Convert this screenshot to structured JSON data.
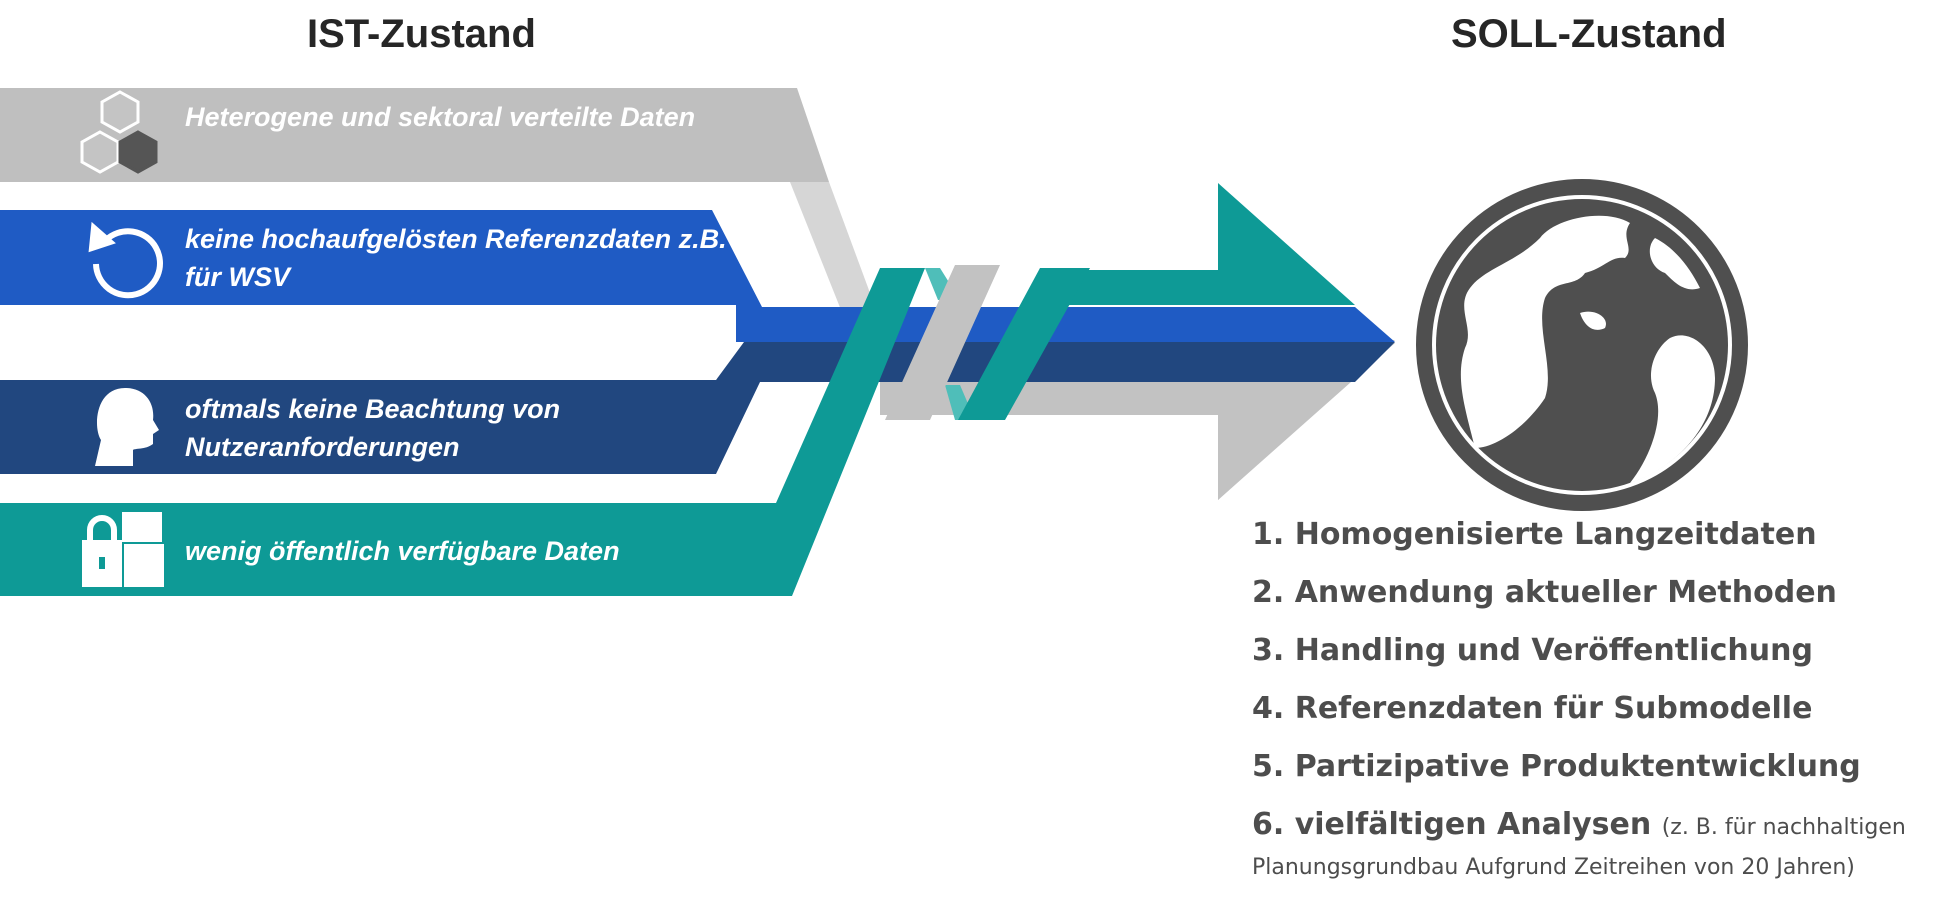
{
  "headings": {
    "ist": "IST-Zustand",
    "soll": "SOLL-Zustand"
  },
  "bands": [
    {
      "label": "Heterogene und sektoral verteilte Daten",
      "icon": "cubes-icon",
      "color": "#bfbfbf"
    },
    {
      "label": "keine hochaufgelösten Referenzdaten z.B. für WSV",
      "icon": "refresh-icon",
      "color": "#1f5bc4"
    },
    {
      "label": "oftmals keine Beachtung von Nutzeranforderungen",
      "icon": "head-profile-icon",
      "color": "#21477f"
    },
    {
      "label": "wenig öffentlich verfügbare Daten",
      "icon": "lock-box-icon",
      "color": "#0e9a96"
    }
  ],
  "globe_icon": "globe-icon",
  "goals": [
    {
      "text": "1. Homogenisierte Langzeitdaten"
    },
    {
      "text": "2. Anwendung aktueller Methoden"
    },
    {
      "text": "3. Handling und Veröffentlichung"
    },
    {
      "text": "4. Referenzdaten für Submodelle"
    },
    {
      "text": "5. Partizipative Produktentwicklung"
    },
    {
      "text": "6. vielfältigen Analysen",
      "note": "(z. B. für nachhaltigen",
      "note2": "Planungsgrundbau  Aufgrund Zeitreihen von 20 Jahren)"
    }
  ]
}
